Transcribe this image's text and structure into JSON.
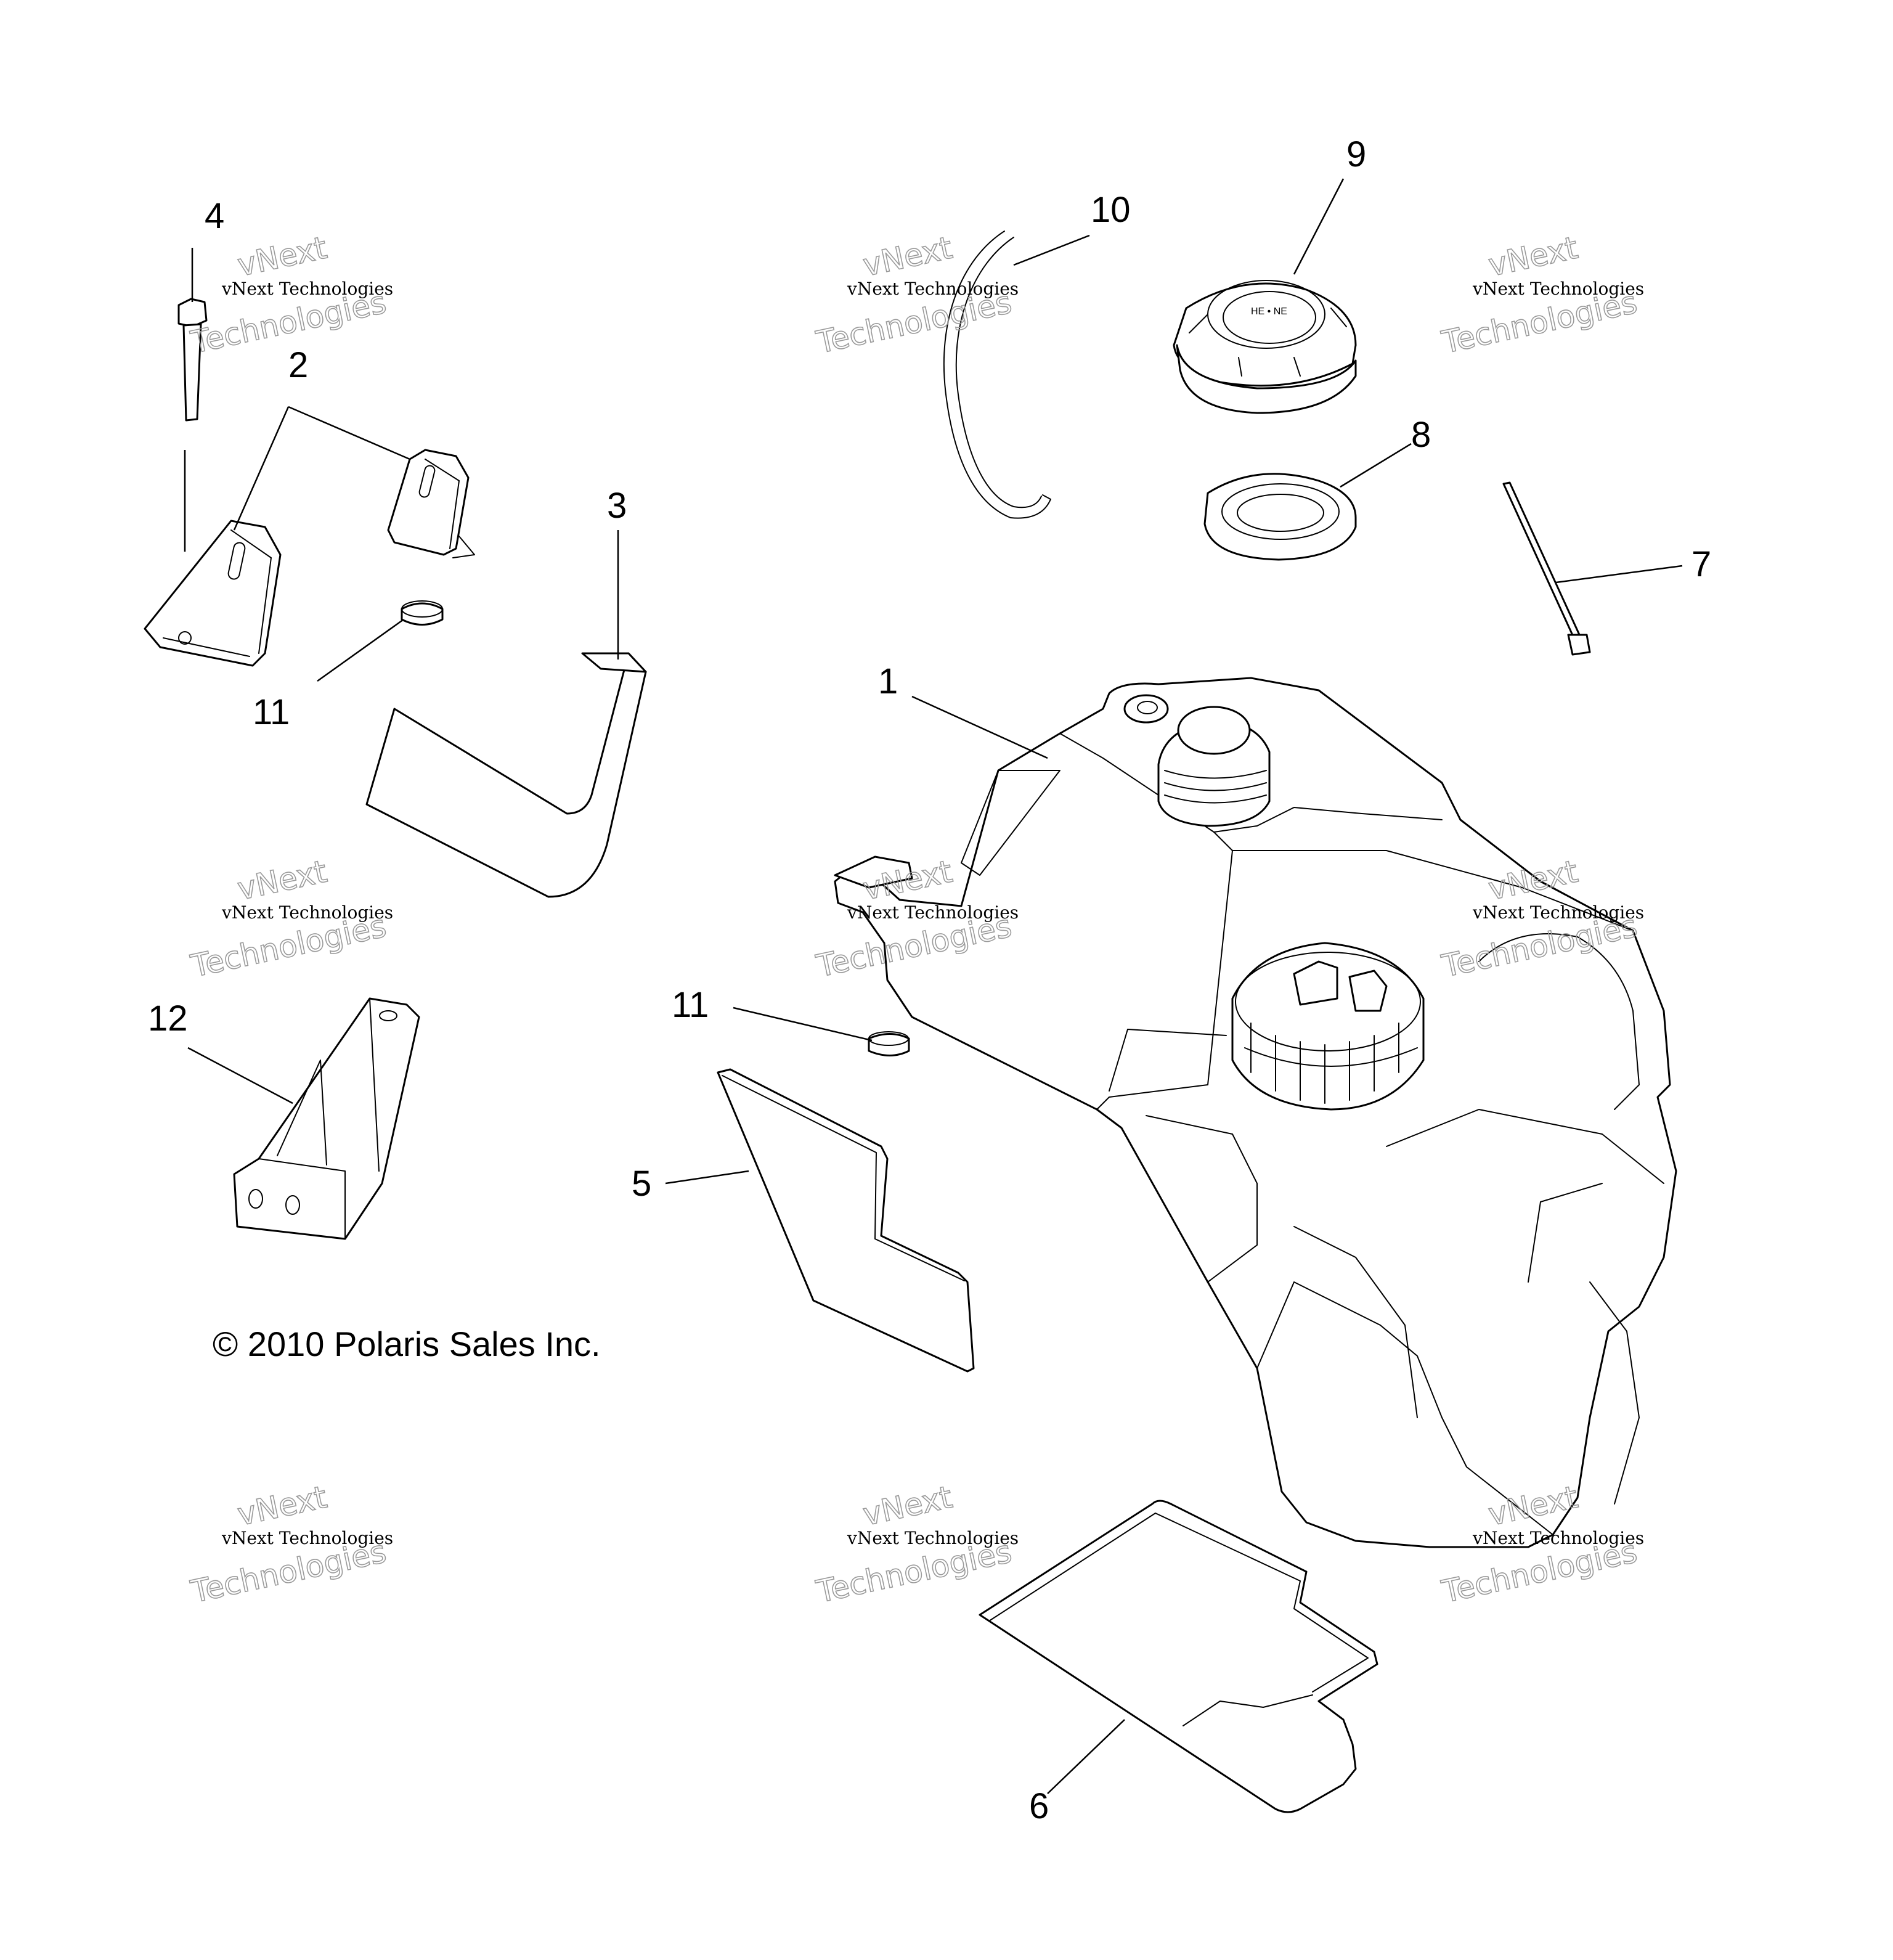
{
  "callouts": {
    "c1": "1",
    "c2": "2",
    "c3": "3",
    "c4": "4",
    "c5": "5",
    "c6": "6",
    "c7": "7",
    "c8": "8",
    "c9": "9",
    "c10": "10",
    "c11a": "11",
    "c11b": "11",
    "c12": "12"
  },
  "copyright": "© 2010 Polaris Sales Inc.",
  "watermark": {
    "small": "vNext Technologies",
    "large_line1": "vNext",
    "large_line2": "Technologies"
  }
}
